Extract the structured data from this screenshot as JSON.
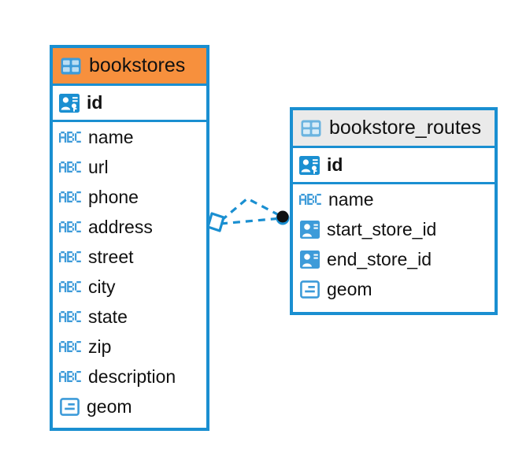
{
  "diagram": {
    "type": "entity-relationship-diagram",
    "background": "#ffffff",
    "accent_color": "#1A8FD1",
    "highlight_color": "#F7903D",
    "neutral_header_color": "#EAEAEA",
    "text_color": "#111111"
  },
  "entities": [
    {
      "name": "bookstores",
      "header_color": "#F7903D",
      "selected": true,
      "icon": "table-grid-icon",
      "fields": [
        {
          "label": "id",
          "icon": "primary-key-icon",
          "key": "primary"
        },
        {
          "label": "name",
          "icon": "abc-text-icon",
          "key": "none"
        },
        {
          "label": "url",
          "icon": "abc-text-icon",
          "key": "none"
        },
        {
          "label": "phone",
          "icon": "abc-text-icon",
          "key": "none"
        },
        {
          "label": "address",
          "icon": "abc-text-icon",
          "key": "none"
        },
        {
          "label": "street",
          "icon": "abc-text-icon",
          "key": "none"
        },
        {
          "label": "city",
          "icon": "abc-text-icon",
          "key": "none"
        },
        {
          "label": "state",
          "icon": "abc-text-icon",
          "key": "none"
        },
        {
          "label": "zip",
          "icon": "abc-text-icon",
          "key": "none"
        },
        {
          "label": "description",
          "icon": "abc-text-icon",
          "key": "none"
        },
        {
          "label": "geom",
          "icon": "geometry-icon",
          "key": "none"
        }
      ]
    },
    {
      "name": "bookstore_routes",
      "header_color": "#EAEAEA",
      "selected": false,
      "icon": "table-grid-icon",
      "fields": [
        {
          "label": "id",
          "icon": "primary-key-icon",
          "key": "primary"
        },
        {
          "label": "name",
          "icon": "abc-text-icon",
          "key": "none"
        },
        {
          "label": "start_store_id",
          "icon": "foreign-key-icon",
          "key": "foreign"
        },
        {
          "label": "end_store_id",
          "icon": "foreign-key-icon",
          "key": "foreign"
        },
        {
          "label": "geom",
          "icon": "geometry-icon",
          "key": "none"
        }
      ]
    }
  ],
  "relationship": {
    "from_entity": "bookstores",
    "to_entity": "bookstore_routes",
    "line_style": "dashed",
    "line_color": "#1A8FD1",
    "source_marker": "diamond-outline-marker",
    "target_marker": "filled-dot-marker",
    "target_marker_color": "#111111"
  }
}
